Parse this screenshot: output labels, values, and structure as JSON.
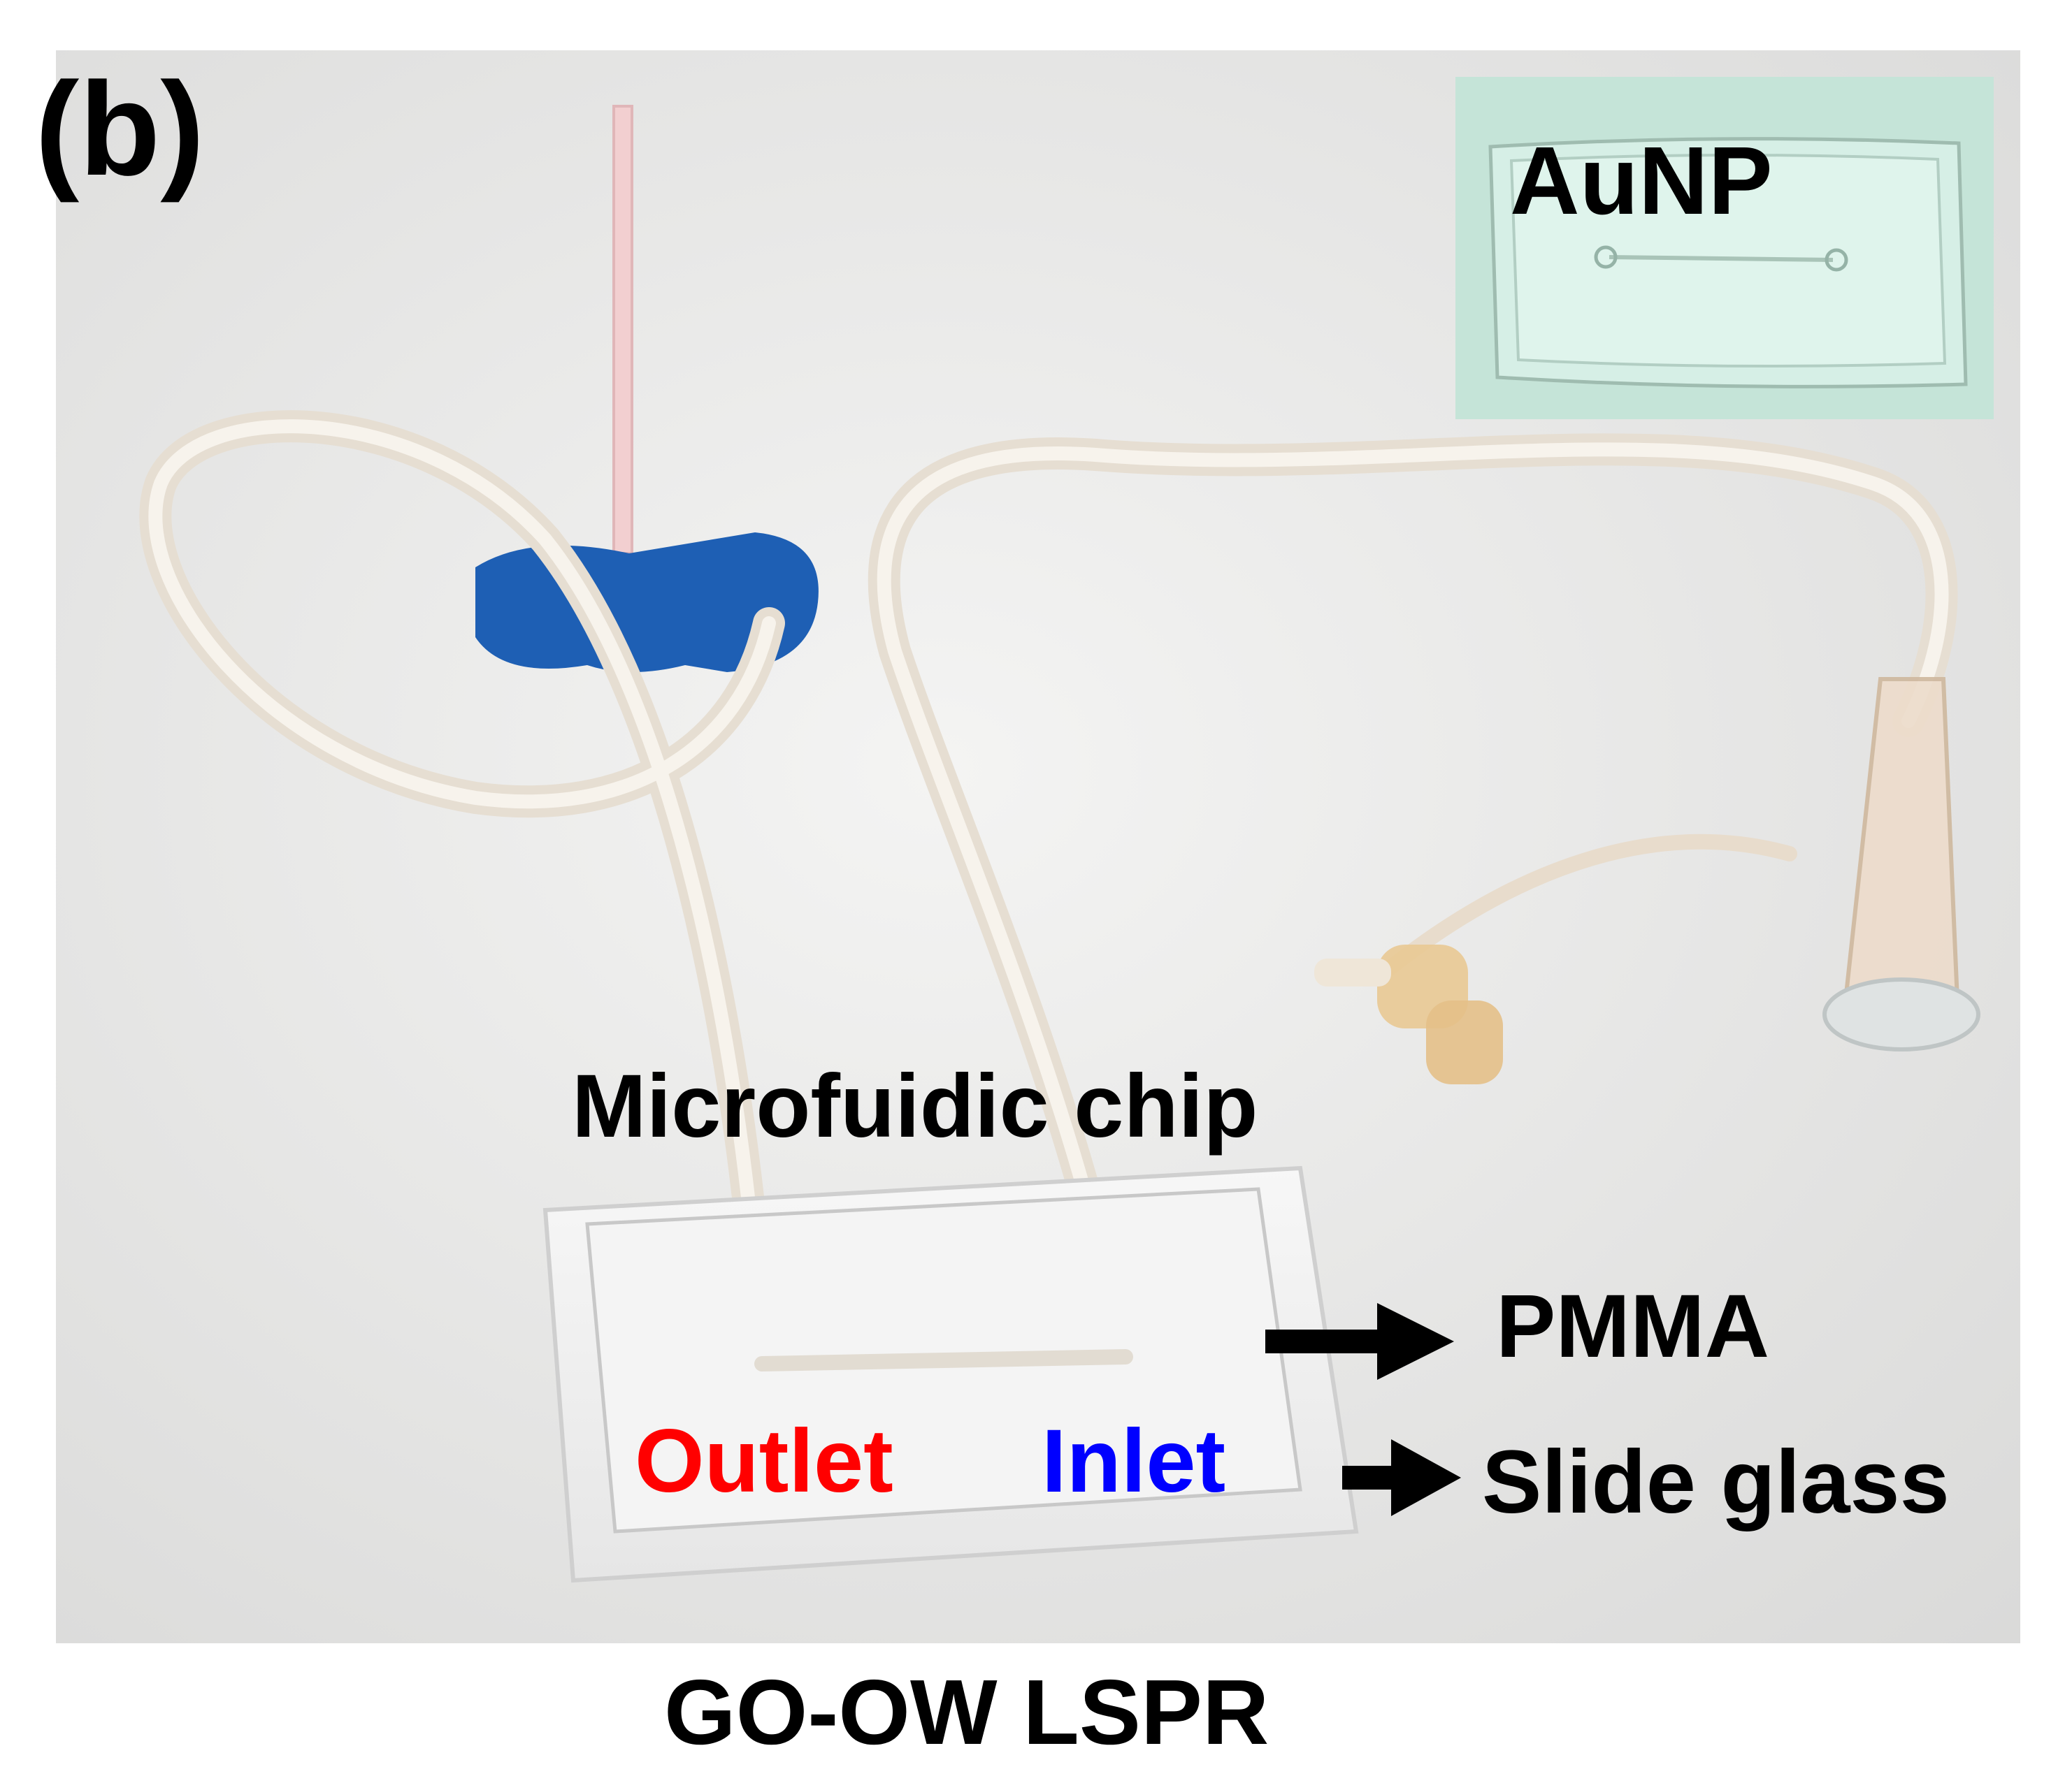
{
  "figure": {
    "panel_label": "(b)",
    "inset_label": "AuNP",
    "chip_label": "Microfuidic chip",
    "pmma_label": "PMMA",
    "slide_label": "Slide glass",
    "outlet_label": "Outlet",
    "inlet_label": "Inlet",
    "caption": "GO-OW LSPR"
  },
  "colors": {
    "outlet": "#ff0000",
    "inlet": "#0000ff",
    "tube": "#f1ece4",
    "needle_wing": "#1e5fb4",
    "inset_bg": "#c5e4d8"
  }
}
